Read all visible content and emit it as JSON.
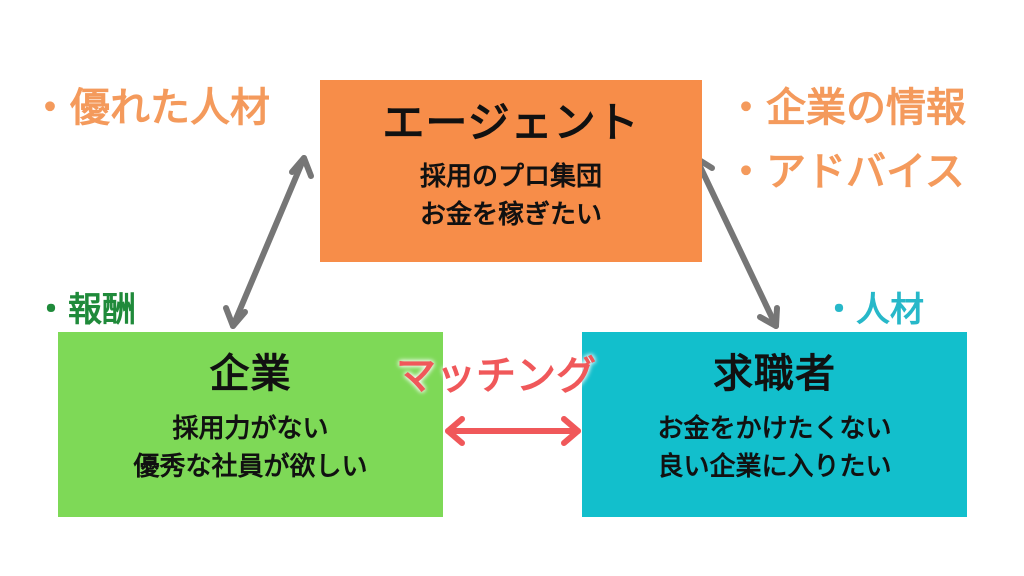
{
  "colors": {
    "agent_box": "#f78d49",
    "company_box": "#7ed957",
    "seeker_box": "#12bfcc",
    "gray_arrow": "#767676",
    "red_arrow": "#f0585a",
    "orange_text": "#f49a5c",
    "green_text": "#1f8a3a",
    "cyan_text": "#27b8c9"
  },
  "agent": {
    "title": "エージェント",
    "line1": "採用のプロ集団",
    "line2": "お金を稼ぎたい"
  },
  "company": {
    "title": "企業",
    "line1": "採用力がない",
    "line2": "優秀な社員が欲しい"
  },
  "seeker": {
    "title": "求職者",
    "line1": "お金をかけたくない",
    "line2": "良い企業に入りたい"
  },
  "notes": {
    "talent_top": "・優れた人材",
    "company_info": "・企業の情報",
    "advice": "・アドバイス",
    "reward": "・報酬",
    "talent_right": "・人材"
  },
  "matching": "マッチング"
}
